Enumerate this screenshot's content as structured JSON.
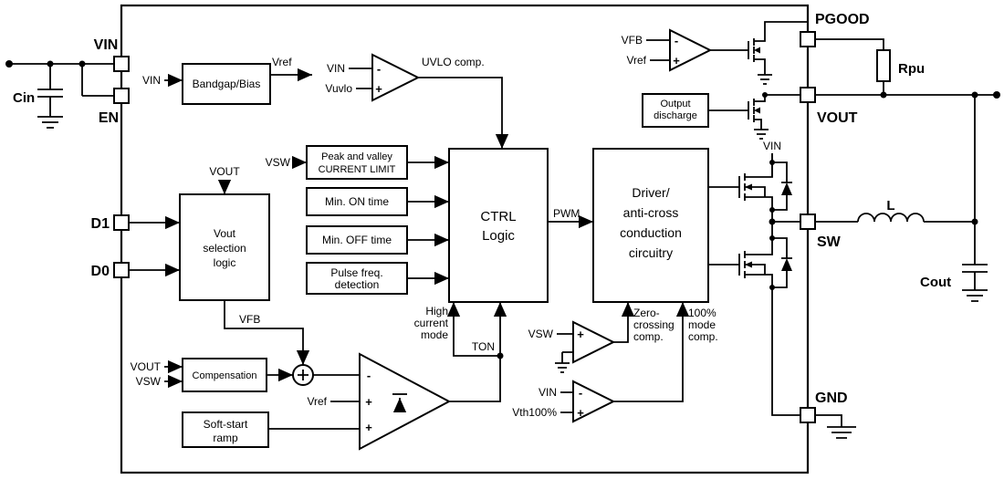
{
  "diagram": {
    "pins": {
      "vin": "VIN",
      "en": "EN",
      "d1": "D1",
      "d0": "D0",
      "pgood": "PGOOD",
      "vout": "VOUT",
      "sw": "SW",
      "gnd": "GND"
    },
    "external": {
      "cin": "Cin",
      "cout": "Cout",
      "rpu": "Rpu",
      "inductor": "L"
    },
    "blocks": {
      "bandgap": "Bandgap/Bias",
      "ilim_l1": "Peak and valley",
      "ilim_l2": "CURRENT LIMIT",
      "min_on": "Min. ON time",
      "min_off": "Min. OFF time",
      "pfd_l1": "Pulse freq.",
      "pfd_l2": "detection",
      "ctrl_l1": "CTRL",
      "ctrl_l2": "Logic",
      "driver_l1": "Driver/",
      "driver_l2": "anti-cross",
      "driver_l3": "conduction",
      "driver_l4": "circuitry",
      "vsel_l1": "Vout",
      "vsel_l2": "selection",
      "vsel_l3": "logic",
      "compensation": "Compensation",
      "ss_l1": "Soft-start",
      "ss_l2": "ramp",
      "odis_l1": "Output",
      "odis_l2": "discharge"
    },
    "signals": {
      "vin_bg": "VIN",
      "vref_bg": "Vref",
      "vin_uvlo": "VIN",
      "vuvlo": "Vuvlo",
      "uvlo_comp": "UVLO comp.",
      "vsw_ilim": "VSW",
      "vout_sel": "VOUT",
      "vfb": "VFB",
      "pwm": "PWM",
      "ton": "TON",
      "hcm_l1": "High",
      "hcm_l2": "current",
      "hcm_l3": "mode",
      "vout_comp": "VOUT",
      "vsw_comp": "VSW",
      "vref_ea": "Vref",
      "vsw_zc": "VSW",
      "zc_l1": "Zero-",
      "zc_l2": "crossing",
      "zc_l3": "comp.",
      "vin_100": "VIN",
      "vth100": "Vth100%",
      "m100_l1": "100%",
      "m100_l2": "mode",
      "m100_l3": "comp.",
      "vfb_pg": "VFB",
      "vref_pg": "Vref",
      "vin_hs": "VIN",
      "plus": "+",
      "minus": "-"
    }
  }
}
